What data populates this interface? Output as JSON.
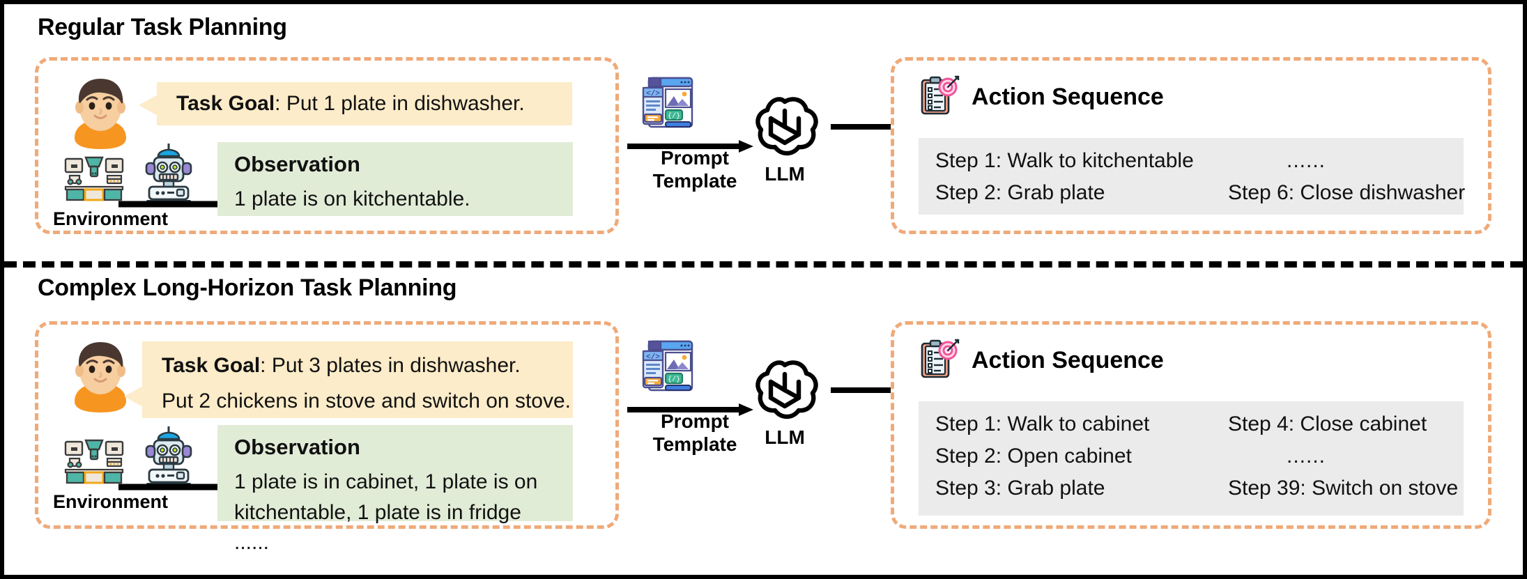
{
  "sections": [
    {
      "title": "Regular Task Planning",
      "input": {
        "goal_label": "Task Goal",
        "goal_lines": [
          ": Put 1 plate in dishwasher."
        ],
        "observation_title": "Observation",
        "observation_lines": [
          "1 plate is on kitchentable."
        ],
        "environment_label": "Environment",
        "avatar_icon": "person-avatar-icon",
        "robot_icon": "robot-icon",
        "kitchen_icon": "kitchen-environment-icon"
      },
      "middle": {
        "prompt_label_line1": "Prompt",
        "prompt_label_line2": "Template",
        "prompt_icon": "prompt-template-icon",
        "llm_label": "LLM",
        "llm_icon": "llm-knot-icon"
      },
      "output": {
        "title": "Action Sequence",
        "icon": "clipboard-target-icon",
        "steps": [
          {
            "left": "Step 1: Walk to kitchentable",
            "right": "......"
          },
          {
            "left": "Step 2: Grab plate",
            "right": "Step 6: Close dishwasher"
          }
        ]
      }
    },
    {
      "title": "Complex Long-Horizon Task Planning",
      "input": {
        "goal_label": "Task Goal",
        "goal_lines": [
          ": Put 3 plates in dishwasher.",
          "Put 2 chickens in stove and switch on stove."
        ],
        "observation_title": "Observation",
        "observation_lines": [
          "1 plate is in cabinet, 1 plate is on",
          "kitchentable, 1 plate is in fridge ......"
        ],
        "environment_label": "Environment",
        "avatar_icon": "person-avatar-icon",
        "robot_icon": "robot-icon",
        "kitchen_icon": "kitchen-environment-icon"
      },
      "middle": {
        "prompt_label_line1": "Prompt",
        "prompt_label_line2": "Template",
        "prompt_icon": "prompt-template-icon",
        "llm_label": "LLM",
        "llm_icon": "llm-knot-icon"
      },
      "output": {
        "title": "Action Sequence",
        "icon": "clipboard-target-icon",
        "steps": [
          {
            "left": "Step 1: Walk to cabinet",
            "right": "Step 4: Close cabinet"
          },
          {
            "left": "Step 2: Open cabinet",
            "right": "......"
          },
          {
            "left": "Step 3: Grab plate",
            "right": "Step 39: Switch on stove"
          }
        ]
      }
    }
  ],
  "colors": {
    "dashed_panel": "#efaa79",
    "goal_bg": "#fcecc9",
    "observation_bg": "#e1ecd7",
    "steps_bg": "#ebebeb",
    "outer_border": "#000000"
  }
}
